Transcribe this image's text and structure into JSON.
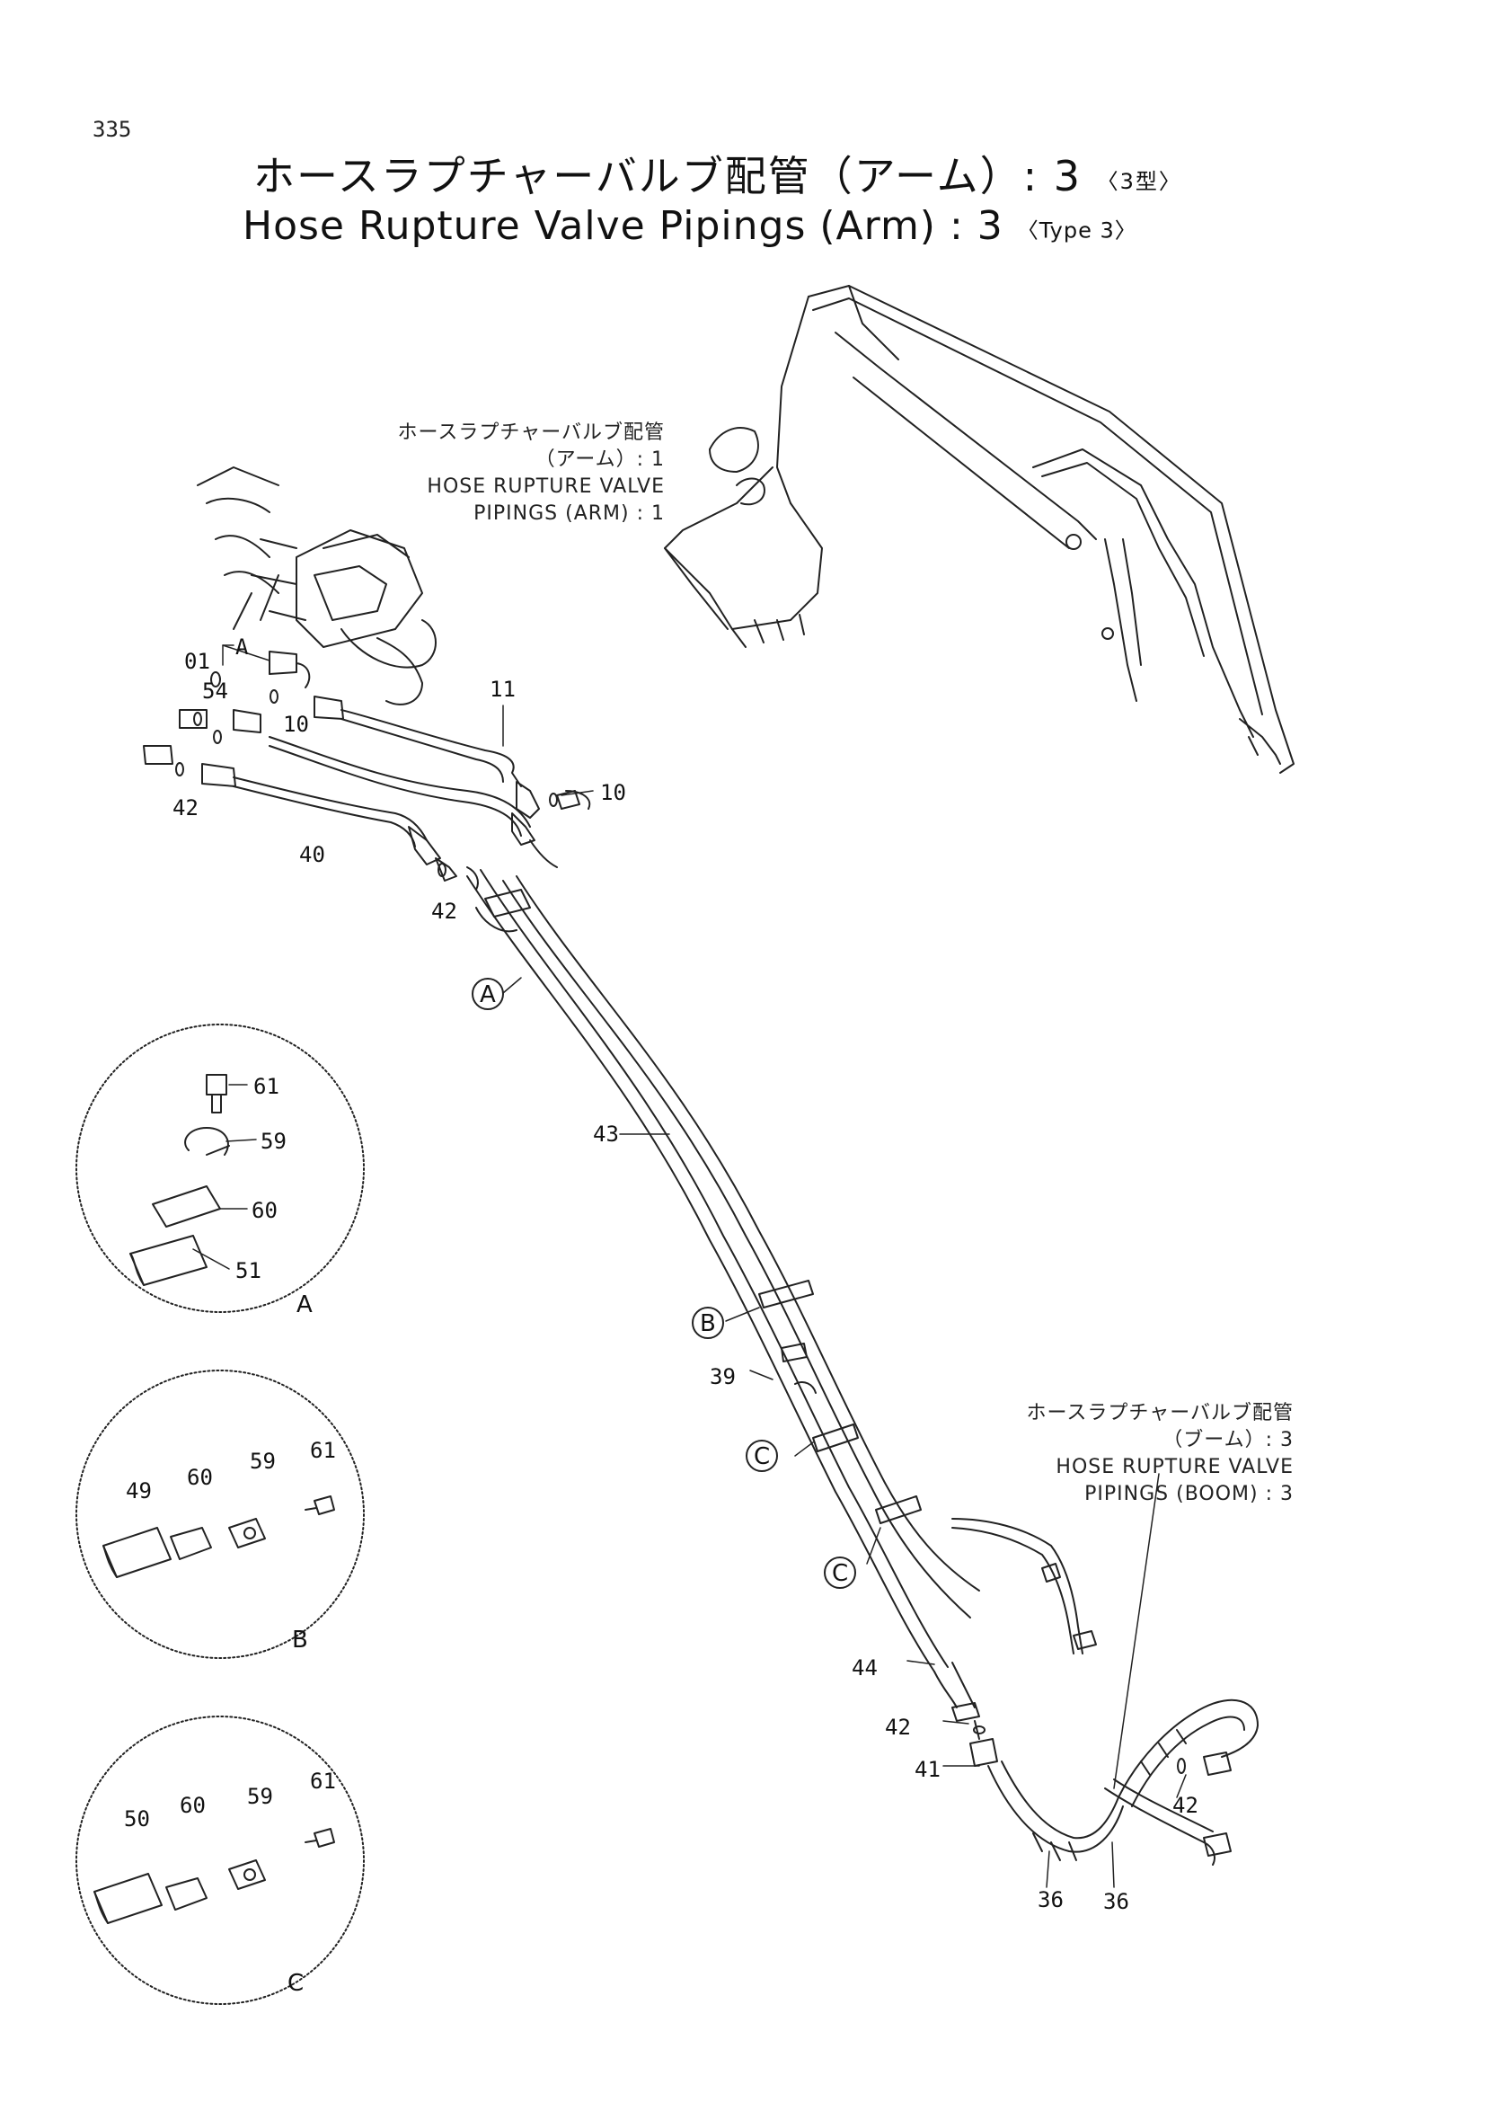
{
  "page_number": "335",
  "title": {
    "jp": "ホースラプチャーバルブ配管（アーム）: 3",
    "jp_type": "〈3型〉",
    "en": "Hose Rupture Valve Pipings (Arm) : 3",
    "en_type": "〈Type 3〉"
  },
  "references": {
    "arm1": {
      "jp": "ホースラプチャーバルブ配管",
      "jp2": "（アーム）: 1",
      "en": "HOSE RUPTURE VALVE",
      "en2": "PIPINGS (ARM) : 1"
    },
    "boom3": {
      "jp": "ホースラプチャーバルブ配管",
      "jp2": "（ブーム）: 3",
      "en": "HOSE RUPTURE VALVE",
      "en2": "PIPINGS (BOOM) : 3"
    }
  },
  "part_labels": {
    "p01": "01",
    "pA_top": "A",
    "p54": "54",
    "p10a": "10",
    "p11": "11",
    "p10b": "10",
    "p42a": "42",
    "p40": "40",
    "p42b": "42",
    "p43": "43",
    "p39": "39",
    "p44": "44",
    "p42c": "42",
    "p41": "41",
    "p36a": "36",
    "p36b": "36",
    "p42d": "42"
  },
  "callouts": {
    "A": "A",
    "B": "B",
    "C1": "C",
    "C2": "C"
  },
  "details": {
    "A": {
      "name": "A",
      "parts": [
        "61",
        "59",
        "60",
        "51"
      ]
    },
    "B": {
      "name": "B",
      "parts": [
        "49",
        "60",
        "59",
        "61"
      ]
    },
    "C": {
      "name": "C",
      "parts": [
        "50",
        "60",
        "59",
        "61"
      ]
    }
  }
}
